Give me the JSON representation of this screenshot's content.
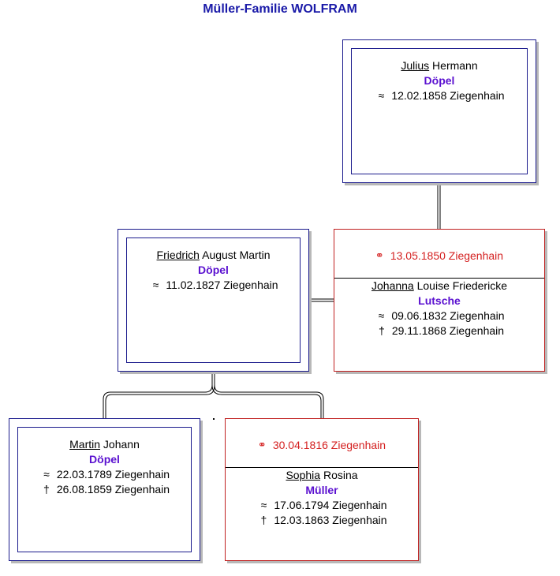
{
  "title": "Müller-Familie WOLFRAM",
  "persons": {
    "julius": {
      "call_name": "Julius",
      "other_names": " Hermann",
      "surname": "Döpel",
      "events": [
        {
          "symbol": "≈",
          "text": "12.02.1858 Ziegenhain"
        }
      ]
    },
    "friedrich": {
      "call_name": "Friedrich",
      "other_names": " August Martin",
      "surname": "Döpel",
      "events": [
        {
          "symbol": "≈",
          "text": "11.02.1827 Ziegenhain"
        }
      ]
    },
    "johanna": {
      "marriage": {
        "symbol": "⚭",
        "text": "13.05.1850 Ziegenhain"
      },
      "call_name": "Johanna",
      "other_names": " Louise Friedericke",
      "surname": "Lutsche",
      "events": [
        {
          "symbol": "≈",
          "text": "09.06.1832 Ziegenhain"
        },
        {
          "symbol": "†",
          "text": "29.11.1868 Ziegenhain"
        }
      ]
    },
    "martin": {
      "call_name": "Martin",
      "other_names": " Johann",
      "surname": "Döpel",
      "events": [
        {
          "symbol": "≈",
          "text": "22.03.1789 Ziegenhain"
        },
        {
          "symbol": "†",
          "text": "26.08.1859 Ziegenhain"
        }
      ]
    },
    "sophia": {
      "marriage": {
        "symbol": "⚭",
        "text": "30.04.1816 Ziegenhain"
      },
      "call_name": "Sophia",
      "other_names": " Rosina",
      "surname": "Müller",
      "events": [
        {
          "symbol": "≈",
          "text": "17.06.1794 Ziegenhain"
        },
        {
          "symbol": "†",
          "text": "12.03.1863 Ziegenhain"
        }
      ]
    }
  },
  "colors": {
    "title": "#1a1aa8",
    "person_border": "#1a1a8c",
    "spouse_border": "#c02020",
    "marriage_text": "#d42020",
    "surname": "#5a10d0"
  }
}
